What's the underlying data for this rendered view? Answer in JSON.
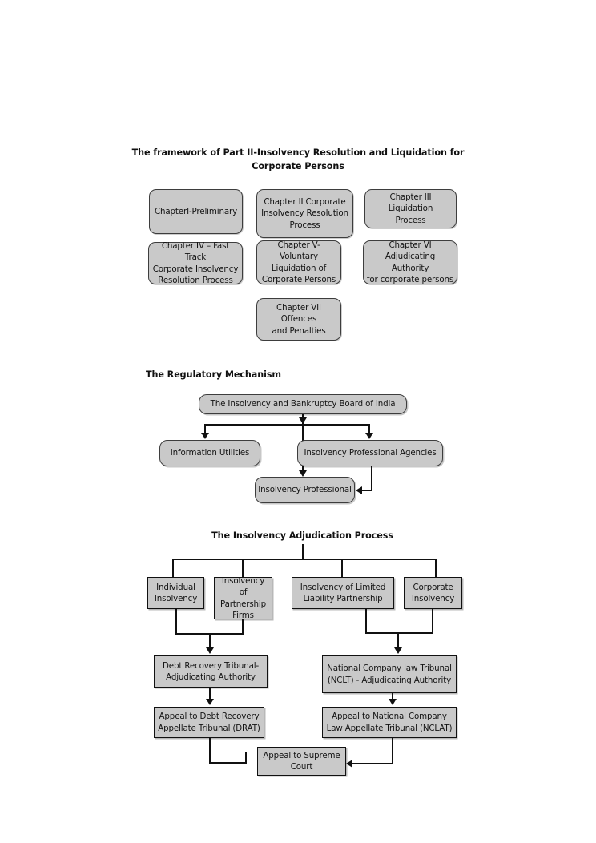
{
  "document": {
    "type": "flowchart-collection",
    "page_background": "#ffffff",
    "box_fill": "#c9c9c9",
    "line_color": "#111111"
  },
  "section1": {
    "title": "The framework of Part II-Insolvency Resolution and Liquidation for Corporate Persons",
    "title_line1": "The framework of Part II-Insolvency Resolution and Liquidation for",
    "title_line2": "Corporate Persons",
    "boxes": [
      {
        "id": "ch1",
        "lines": [
          "ChapterI-Preliminary"
        ]
      },
      {
        "id": "ch2",
        "lines": [
          "Chapter II Corporate",
          "Insolvency Resolution",
          "Process"
        ]
      },
      {
        "id": "ch3",
        "lines": [
          "Chapter III Liquidation",
          "Process"
        ]
      },
      {
        "id": "ch4",
        "lines": [
          "Chapter IV – Fast Track",
          "Corporate Insolvency",
          "Resolution Process"
        ]
      },
      {
        "id": "ch5",
        "lines": [
          "Chapter V-Voluntary",
          "Liquidation of",
          "Corporate Persons"
        ]
      },
      {
        "id": "ch6",
        "lines": [
          "Chapter VI",
          "Adjudicating Authority",
          "for corporate persons"
        ]
      },
      {
        "id": "ch7",
        "lines": [
          "Chapter VII Offences",
          "and Penalties"
        ]
      }
    ]
  },
  "section2": {
    "title": "The Regulatory Mechanism",
    "boxes": [
      {
        "id": "ibbi",
        "lines": [
          "The Insolvency and Bankruptcy Board of India"
        ]
      },
      {
        "id": "iu",
        "lines": [
          "Information Utilities"
        ]
      },
      {
        "id": "ipa",
        "lines": [
          "Insolvency Professional Agencies"
        ]
      },
      {
        "id": "ip",
        "lines": [
          "Insolvency Professional"
        ]
      }
    ]
  },
  "section3": {
    "title": "The Insolvency Adjudication Process",
    "boxes": [
      {
        "id": "indiv",
        "lines": [
          "Individual",
          "Insolvency"
        ]
      },
      {
        "id": "partner",
        "lines": [
          "Insolvency of",
          "Partnership",
          "Firms"
        ]
      },
      {
        "id": "llp",
        "lines": [
          "Insolvency of Limited",
          "Liability Partnership"
        ]
      },
      {
        "id": "corp",
        "lines": [
          "Corporate",
          "Insolvency"
        ]
      },
      {
        "id": "drt",
        "lines": [
          "Debt Recovery Tribunal-",
          "Adjudicating Authority"
        ]
      },
      {
        "id": "nclt",
        "lines": [
          "National Company law Tribunal",
          "(NCLT) - Adjudicating Authority"
        ]
      },
      {
        "id": "drat",
        "lines": [
          "Appeal to Debt Recovery",
          "Appellate Tribunal (DRAT)"
        ]
      },
      {
        "id": "nclat",
        "lines": [
          "Appeal to National Company",
          "Law Appellate Tribunal (NCLAT)"
        ]
      },
      {
        "id": "sc",
        "lines": [
          "Appeal to Supreme",
          "Court"
        ]
      }
    ]
  }
}
